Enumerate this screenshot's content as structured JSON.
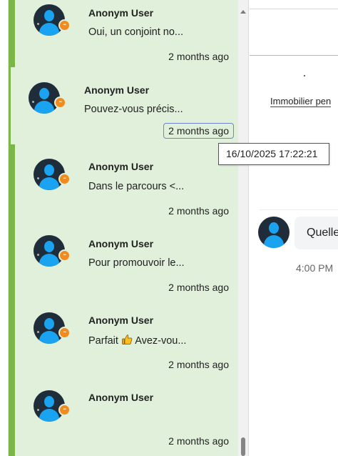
{
  "conversations": [
    {
      "name": "Anonym User",
      "preview": "Oui, un conjoint no...",
      "time": "2 months ago"
    },
    {
      "name": "Anonym User",
      "preview": "Pouvez-vous précis...",
      "time": "2 months ago"
    },
    {
      "name": "Anonym User",
      "preview": "Dans le parcours <...",
      "time": "2 months ago"
    },
    {
      "name": "Anonym User",
      "preview": "Pour promouvoir le...",
      "time": "2 months ago"
    },
    {
      "name": "Anonym User",
      "preview_suffix": "Avez-vou...",
      "preview_prefix": "Parfait",
      "preview_emoji": "thumbs-up-emoji",
      "time": "2 months ago"
    },
    {
      "name": "Anonym User",
      "preview": "",
      "time": "2 months ago"
    }
  ],
  "tooltip": {
    "text": "16/10/2025 17:22:21"
  },
  "chat": {
    "clipped_text": "Immobilier pen",
    "message_text": "Quelle",
    "message_time": "4:00 PM"
  },
  "colors": {
    "list_bg": "#e0f0db",
    "accent": "#7cb548",
    "avatar_bg": "#1f2d3a",
    "avatar_fg": "#1aa3f0",
    "badge": "#f28a1c"
  }
}
